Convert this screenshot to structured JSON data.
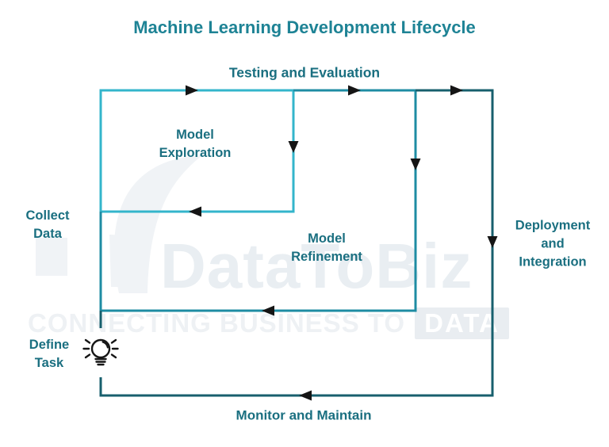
{
  "title": "Machine Learning Development Lifecycle",
  "watermark": {
    "brand": "DataToBiz",
    "tagline": "CONNECTING BUSINESS TO",
    "tagline_box": "DATA"
  },
  "colors": {
    "loop_inner": "#33b5cb",
    "loop_middle": "#1e8ca3",
    "loop_outer": "#175f6d",
    "arrow": "#151515",
    "title_text": "#1e8395",
    "label_text": "#1a6f80",
    "watermark_fill": "#f0f3f6"
  },
  "stages": {
    "testing_and_evaluation": {
      "label": "Testing and Evaluation"
    },
    "model_exploration": {
      "label": "Model\nExploration"
    },
    "collect_data": {
      "label": "Collect\nData"
    },
    "model_refinement": {
      "label": "Model\nRefinement"
    },
    "deployment_and_integration": {
      "label": "Deployment\nand\nIntegration"
    },
    "define_task": {
      "label": "Define\nTask",
      "icon": "lightbulb"
    },
    "monitor_and_maintain": {
      "label": "Monitor and Maintain"
    }
  }
}
